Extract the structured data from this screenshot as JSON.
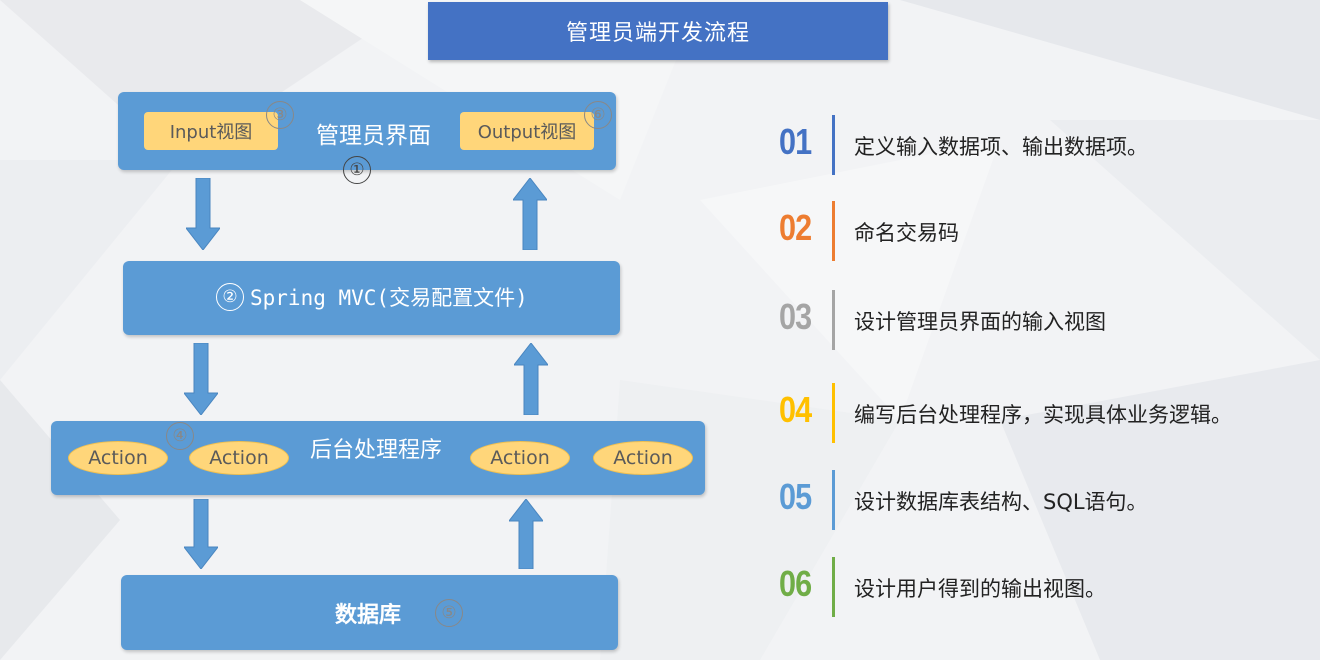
{
  "title": "管理员端开发流程",
  "diagram": {
    "admin_ui": {
      "label": "管理员界面",
      "input_view": "Input视图",
      "output_view": "Output视图",
      "marker_main": "①",
      "marker_input": "③",
      "marker_output": "⑥"
    },
    "spring_mvc": {
      "label": "Spring MVC(交易配置文件)",
      "marker": "②"
    },
    "backend": {
      "label": "后台处理程序",
      "marker": "④",
      "actions": [
        "Action",
        "Action",
        "Action",
        "Action"
      ]
    },
    "database": {
      "label": "数据库",
      "marker": "⑤"
    }
  },
  "steps": [
    {
      "num": "01",
      "text": "定义输入数据项、输出数据项。",
      "color": "#4472c4"
    },
    {
      "num": "02",
      "text": "命名交易码",
      "color": "#ed7d31"
    },
    {
      "num": "03",
      "text": "设计管理员界面的输入视图",
      "color": "#a5a5a5"
    },
    {
      "num": "04",
      "text": "编写后台处理程序，实现具体业务逻辑。",
      "color": "#ffc000"
    },
    {
      "num": "05",
      "text": "设计数据库表结构、SQL语句。",
      "color": "#5b9bd5"
    },
    {
      "num": "06",
      "text": "设计用户得到的输出视图。",
      "color": "#70ad47"
    }
  ],
  "colors": {
    "title_bg": "#4472c4",
    "block_bg": "#5b9bd5",
    "view_bg": "#ffd67a",
    "arrow": "#5b9bd5"
  }
}
